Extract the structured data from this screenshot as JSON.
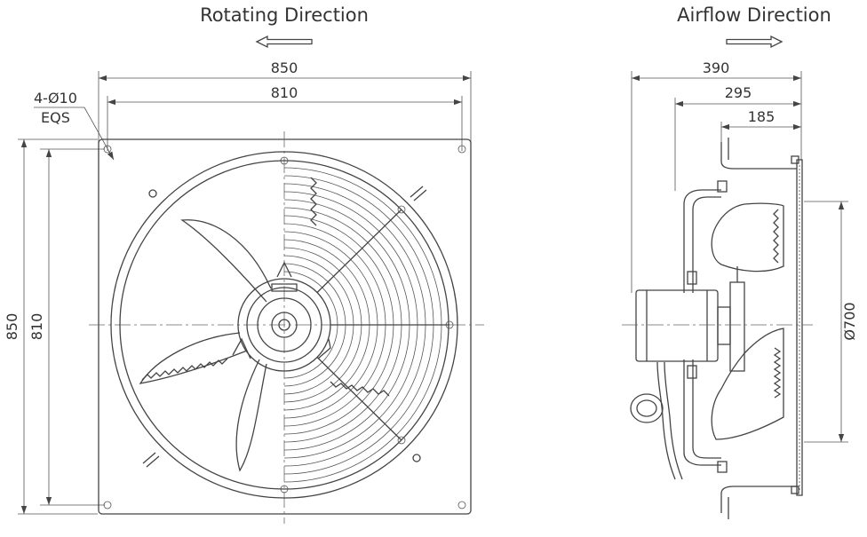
{
  "front_view": {
    "title": "Rotating Direction",
    "dims": {
      "width_outer": "850",
      "width_inner": "810",
      "height_outer": "850",
      "height_inner": "810",
      "holes": "4-Ø10",
      "holes_note": "EQS"
    }
  },
  "side_view": {
    "title": "Airflow Direction",
    "dims": {
      "depth_total": "390",
      "depth_mid": "295",
      "depth_short": "185",
      "diameter": "Ø700"
    }
  }
}
